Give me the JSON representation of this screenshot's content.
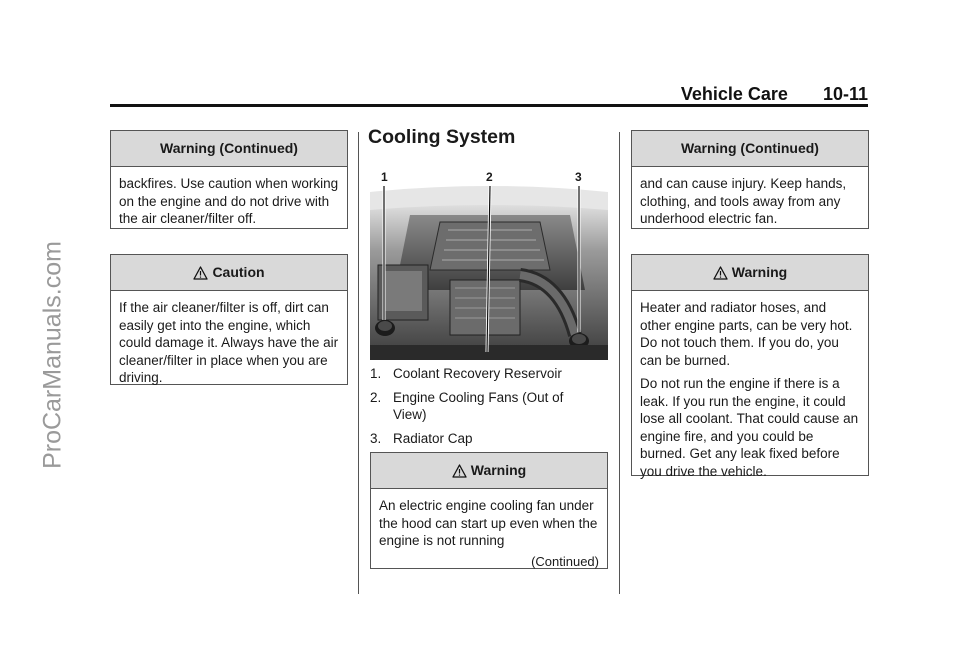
{
  "watermark": "ProCarManuals.com",
  "header": {
    "section": "Vehicle Care",
    "page": "10-11"
  },
  "left": {
    "warning_continued": {
      "title": "Warning  (Continued)",
      "body": "backfires. Use caution when working on the engine and do not drive with the air cleaner/filter off."
    },
    "caution": {
      "title": "Caution",
      "body": "If the air cleaner/filter is off, dirt can easily get into the engine, which could damage it. Always have the air cleaner/filter in place when you are driving."
    }
  },
  "middle": {
    "section_title": "Cooling System",
    "callouts": [
      "1",
      "2",
      "3"
    ],
    "items": [
      {
        "num": "1.",
        "text": "Coolant Recovery Reservoir"
      },
      {
        "num": "2.",
        "text": "Engine Cooling Fans (Out of View)"
      },
      {
        "num": "3.",
        "text": "Radiator Cap"
      }
    ],
    "warning": {
      "title": "Warning",
      "body": "An electric engine cooling fan under the hood can start up even when the engine is not running",
      "continued": "(Continued)"
    }
  },
  "right": {
    "warning_continued": {
      "title": "Warning  (Continued)",
      "body": "and can cause injury. Keep hands, clothing, and tools away from any underhood electric fan."
    },
    "warning": {
      "title": "Warning",
      "p1": "Heater and radiator hoses, and other engine parts, can be very hot. Do not touch them. If you do, you can be burned.",
      "p2": "Do not run the engine if there is a leak. If you run the engine, it could lose all coolant. That could cause an engine fire, and you could be burned. Get any leak fixed before you drive the vehicle."
    }
  },
  "icons": {
    "warning": "warning-triangle-icon",
    "caution": "caution-triangle-icon"
  },
  "colors": {
    "box_header": "#d9d9d9",
    "watermark": "#9a9a9a"
  }
}
